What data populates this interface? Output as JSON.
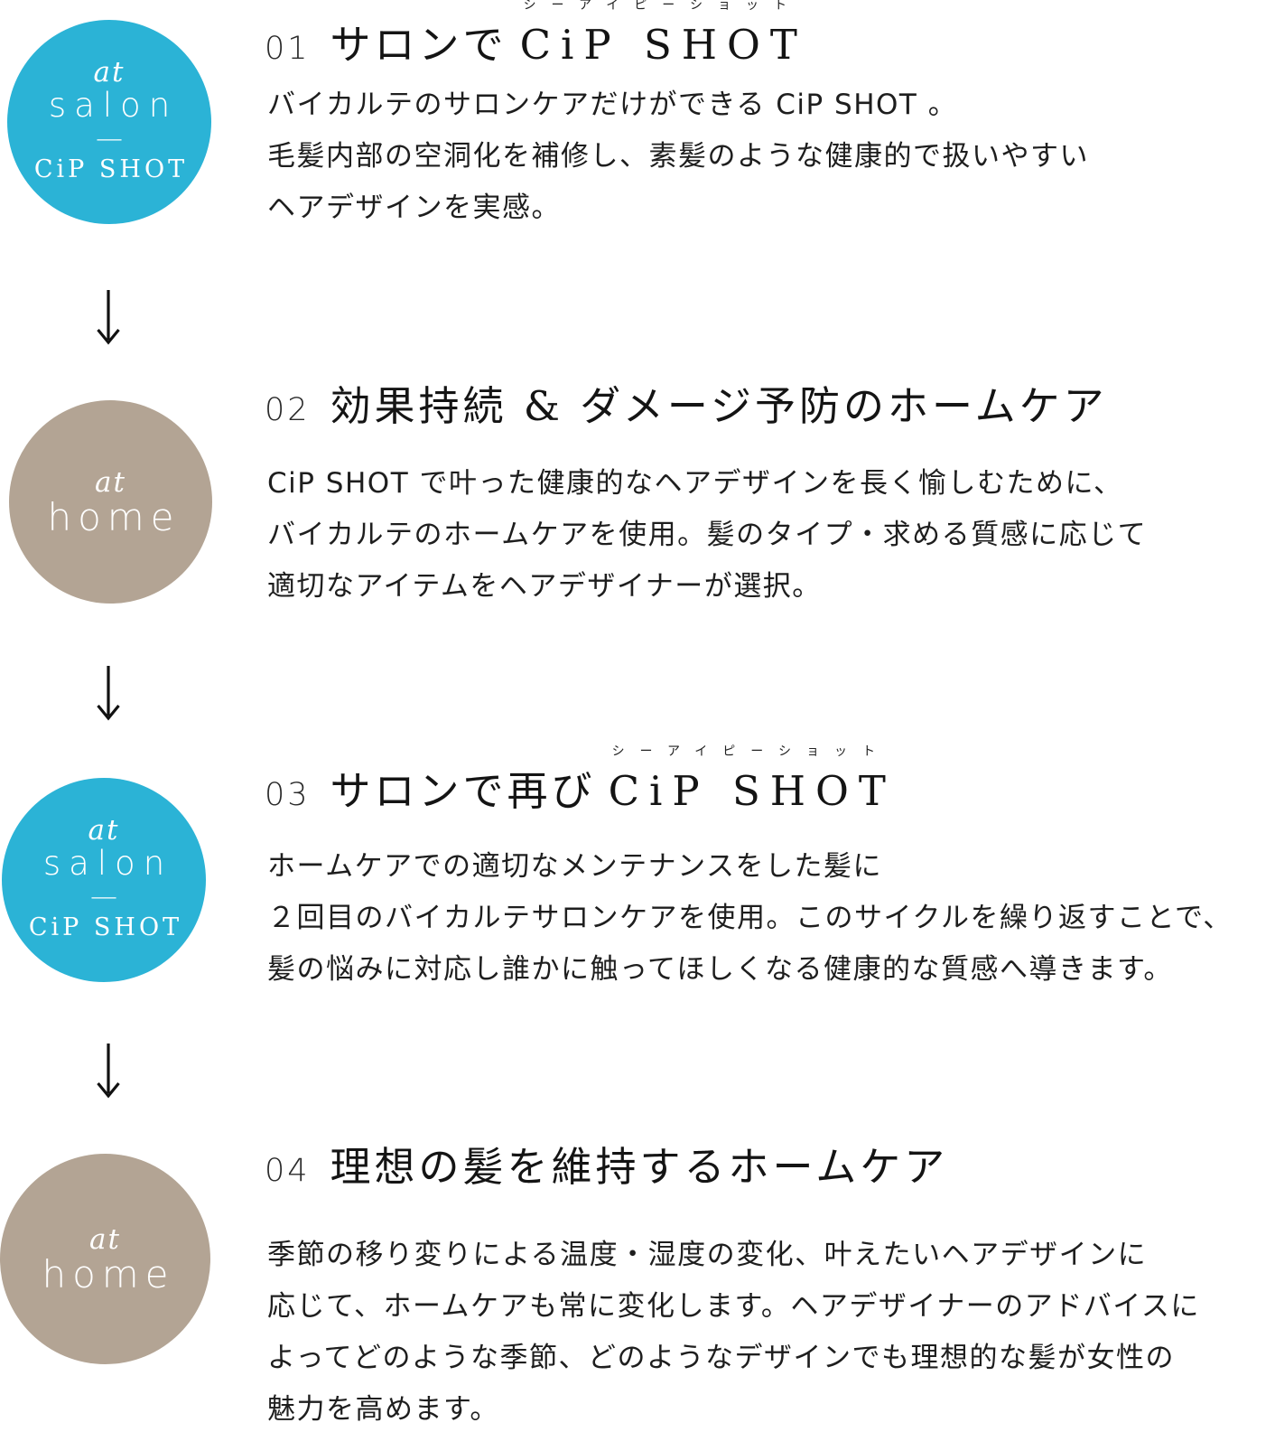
{
  "colors": {
    "salon_circle": "#2bb3d6",
    "home_circle": "#b3a494",
    "text": "#1e1e1e",
    "badge_text": "#ffffff"
  },
  "badges": {
    "salon": {
      "at": "at",
      "place": "salon",
      "divider": "—",
      "brand": "CiP SHOT"
    },
    "home": {
      "at": "at",
      "place": "home"
    }
  },
  "arrow": {
    "direction": "down"
  },
  "steps": [
    {
      "number": "01",
      "badge": "salon",
      "ruby": "シーアイピーショット",
      "title_jp": "サロンで",
      "title_latin": "CiP SHOT",
      "body": [
        "バイカルテのサロンケアだけができる CiP SHOT 。",
        "毛髪内部の空洞化を補修し、素髪のような健康的で扱いやすい",
        "ヘアデザインを実感。"
      ]
    },
    {
      "number": "02",
      "badge": "home",
      "title_jp": "効果持続 & ダメージ予防のホームケア",
      "body": [
        "CiP SHOT で叶った健康的なヘアデザインを長く愉しむために、",
        "バイカルテのホームケアを使用。髪のタイプ・求める質感に応じて",
        "適切なアイテムをヘアデザイナーが選択。"
      ]
    },
    {
      "number": "03",
      "badge": "salon",
      "ruby": "シーアイピーショット",
      "title_jp": "サロンで再び",
      "title_latin": "CiP SHOT",
      "body": [
        "ホームケアでの適切なメンテナンスをした髪に",
        "２回目のバイカルテサロンケアを使用。このサイクルを繰り返すことで、",
        "髪の悩みに対応し誰かに触ってほしくなる健康的な質感へ導きます。"
      ]
    },
    {
      "number": "04",
      "badge": "home",
      "title_jp": "理想の髪を維持するホームケア",
      "body": [
        "季節の移り変りによる温度・湿度の変化、叶えたいヘアデザインに",
        "応じて、ホームケアも常に変化します。ヘアデザイナーのアドバイスに",
        "よってどのような季節、どのようなデザインでも理想的な髪が女性の",
        "魅力を高めます。"
      ]
    }
  ]
}
